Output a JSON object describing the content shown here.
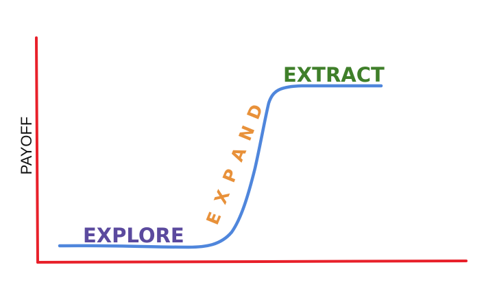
{
  "diagram": {
    "ylabel": "PAYOFF",
    "phases": {
      "explore": "EXPLORE",
      "expand": "EXPAND",
      "extract": "EXTRACT"
    },
    "colors": {
      "axis": "#e8202a",
      "curve": "#4f86dc",
      "explore": "#5b4a9e",
      "expand": "#e8913a",
      "extract": "#3f7f2a",
      "ylabel": "#111111"
    }
  }
}
